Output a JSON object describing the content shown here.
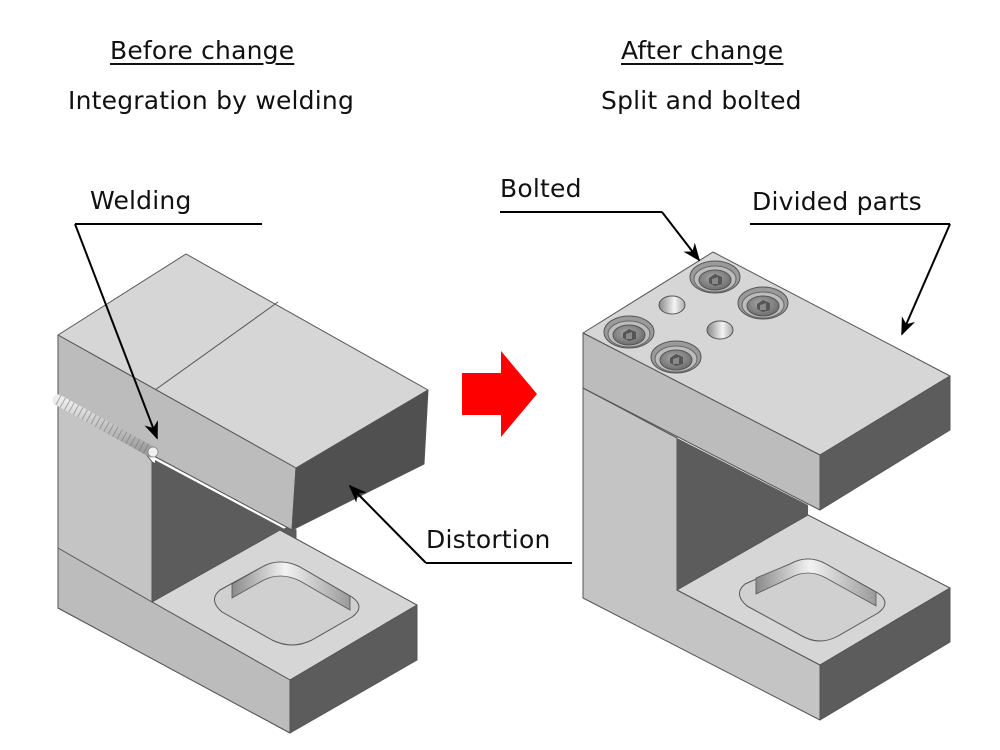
{
  "before": {
    "heading": "Before change",
    "subtitle": "Integration by welding",
    "callouts": {
      "welding": "Welding",
      "distortion": "Distortion"
    }
  },
  "after": {
    "heading": "After change",
    "subtitle": "Split and bolted",
    "callouts": {
      "bolted": "Bolted",
      "divided_parts": "Divided parts"
    }
  },
  "transition_arrow": {
    "icon": "right-arrow-icon",
    "color": "#ff0000"
  },
  "colors": {
    "light_face": "#d6d6d6",
    "mid_face": "#bcbcbc",
    "dark_face": "#5c5c5c",
    "edge": "#555555",
    "arrow_red": "#ff0000"
  }
}
